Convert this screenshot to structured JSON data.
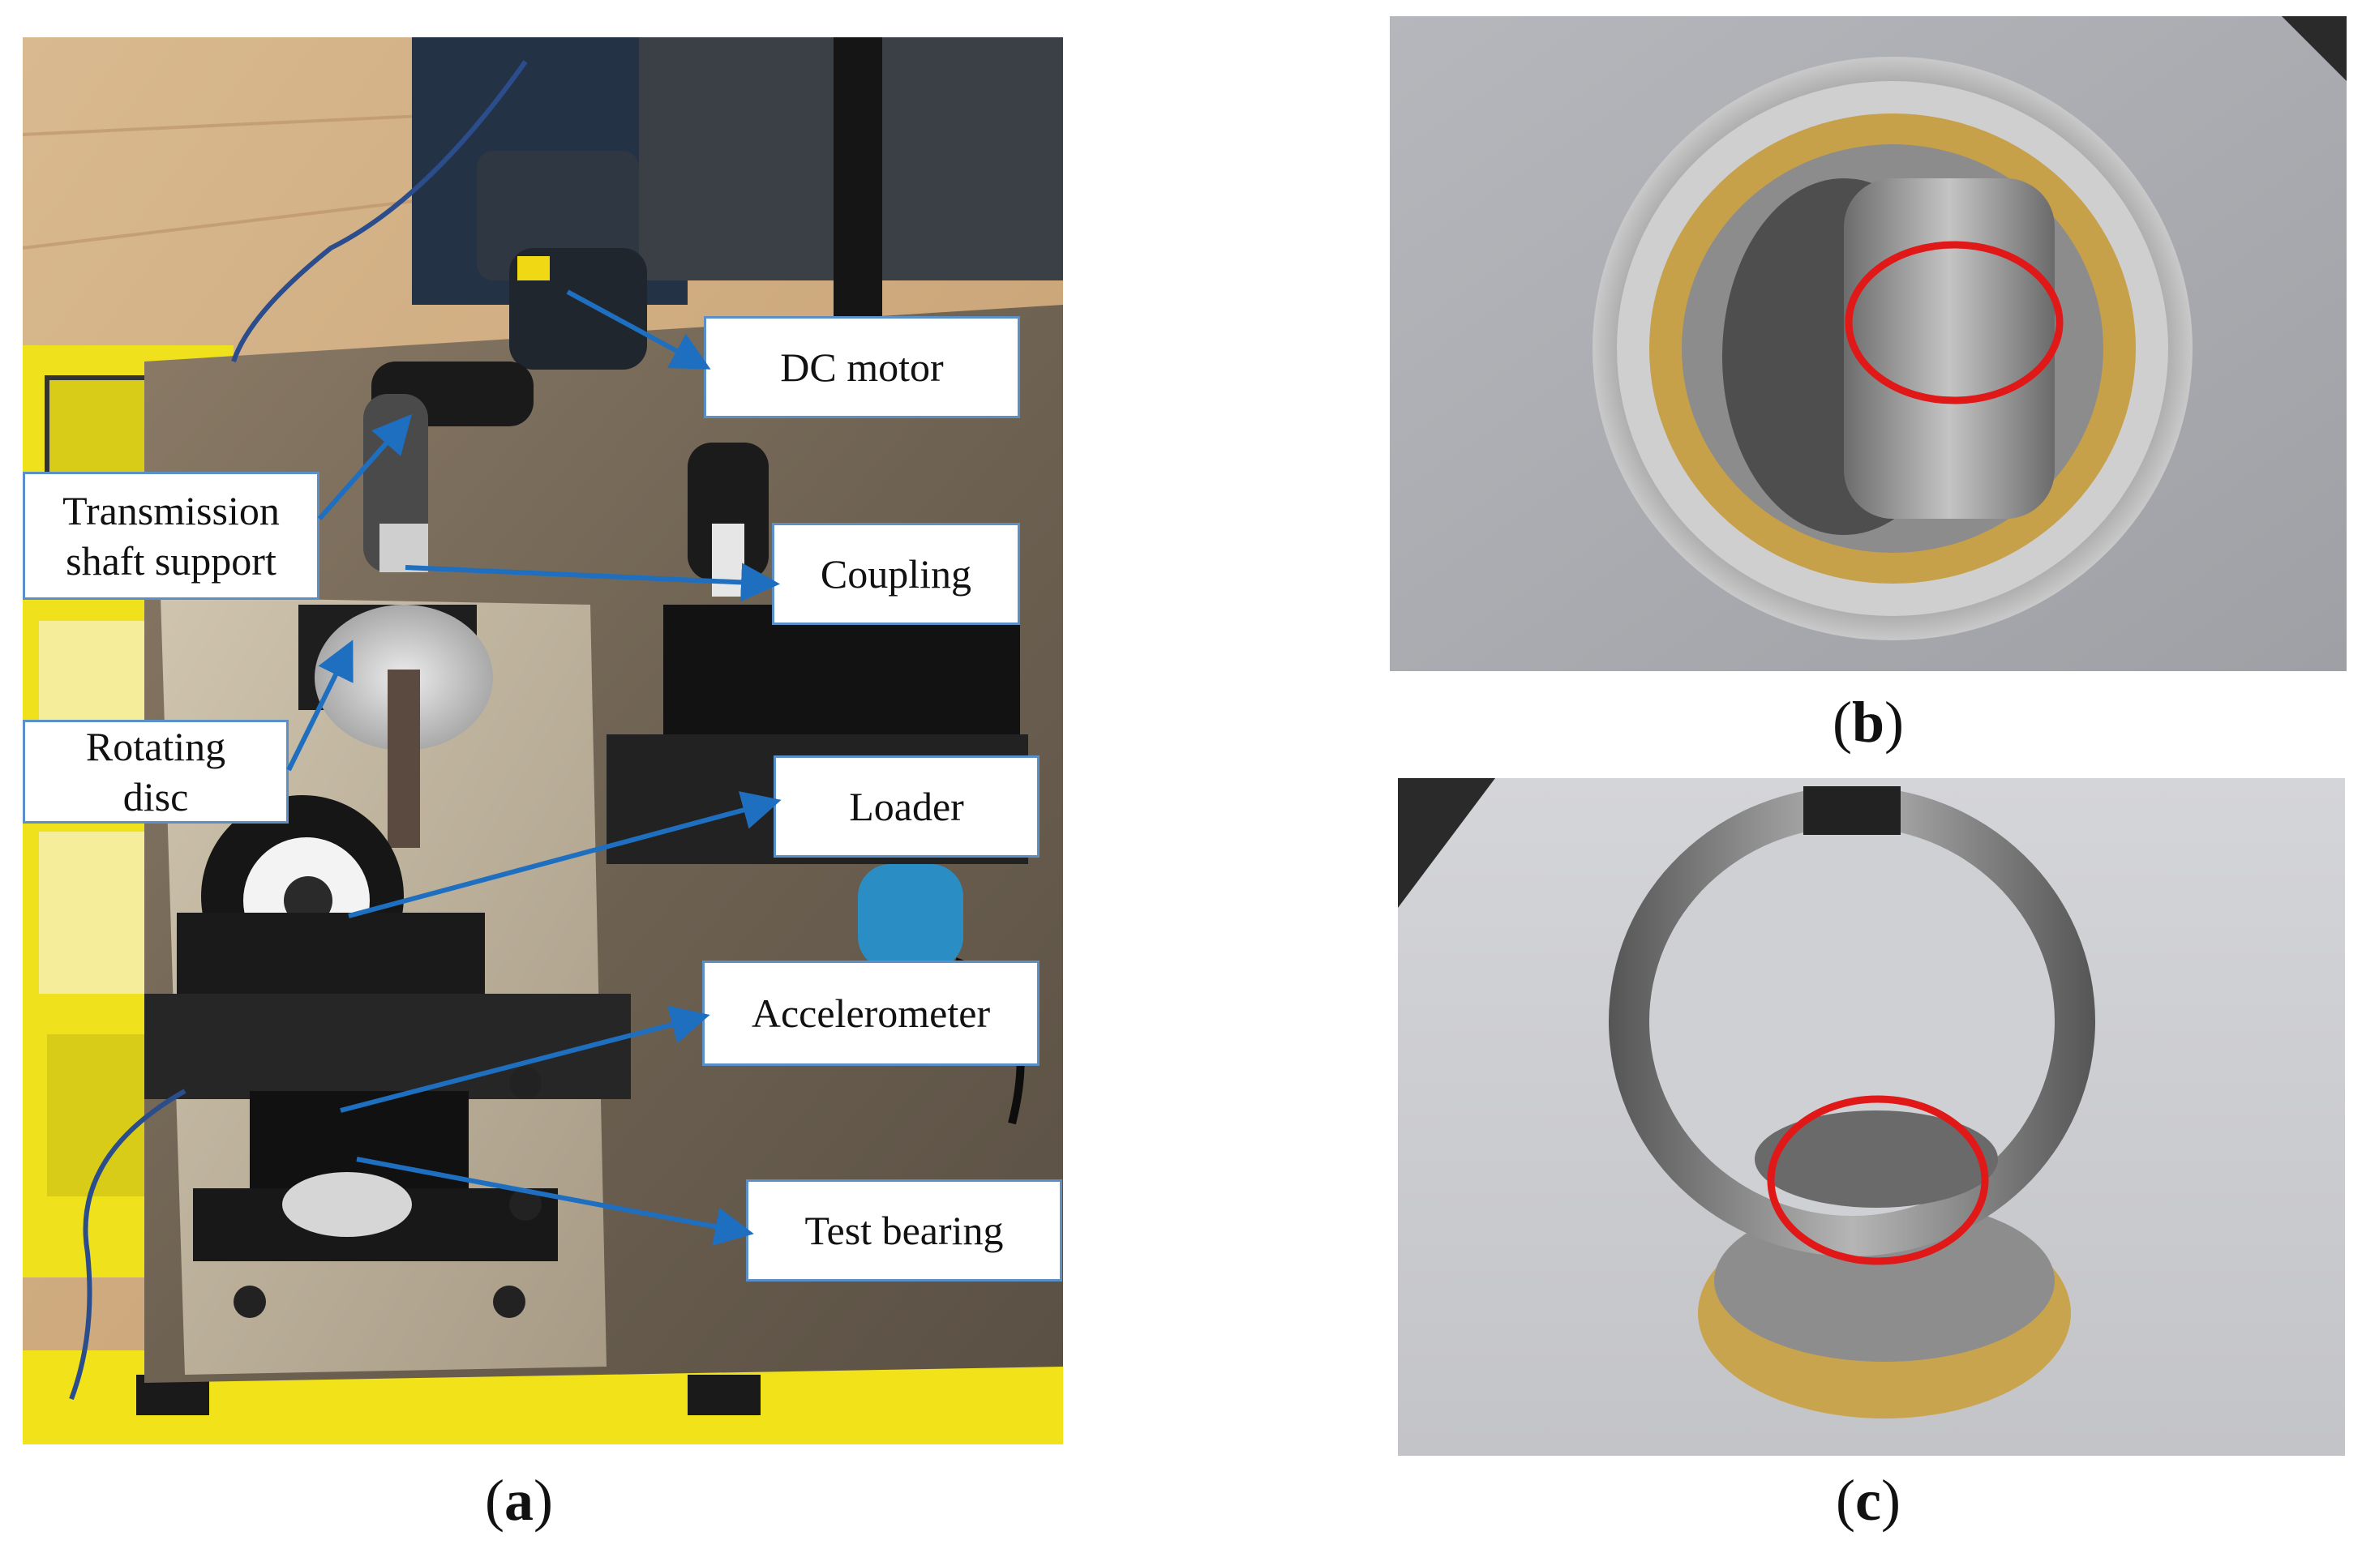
{
  "panels": {
    "a": {
      "open": "(",
      "letter": "a",
      "close": ")"
    },
    "b": {
      "open": "(",
      "letter": "b",
      "close": ")"
    },
    "c": {
      "open": "(",
      "letter": "c",
      "close": ")"
    }
  },
  "callouts": {
    "dc_motor": "DC motor",
    "transmission_shaft_support": "Transmission\nshaft support",
    "coupling": "Coupling",
    "rotating_disc": "Rotating\ndisc",
    "loader": "Loader",
    "accelerometer": "Accelerometer",
    "test_bearing": "Test bearing"
  },
  "colors": {
    "callout_border": "#5b8fc8",
    "arrow": "#1f6fc0",
    "fault_marker": "#e01818",
    "safety_yellow": "#f2e21a"
  }
}
